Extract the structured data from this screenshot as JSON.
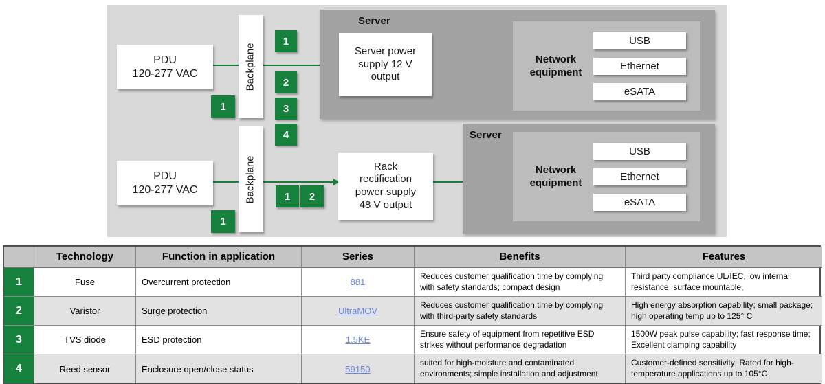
{
  "colors": {
    "green": "#16813c",
    "arrow": "#168038",
    "diagram_bg": "#d9d9d9",
    "server_bg": "#a3a3a3",
    "network_bg": "#bcbcbc",
    "table_header_bg": "#c5c5c5",
    "row_alt_bg": "#e2e2e2",
    "link": "#6d87e0"
  },
  "diagram": {
    "top": {
      "pdu": "PDU\n120-277 VAC",
      "backplane": "Backplane",
      "pre_badge": "1",
      "post_badges": [
        "1",
        "2",
        "3",
        "4"
      ],
      "server_label": "Server",
      "power_supply": "Server power\nsupply 12 V\noutput",
      "network": {
        "label": "Network\nequipment",
        "ports": [
          "USB",
          "Ethernet",
          "eSATA"
        ]
      }
    },
    "bottom": {
      "pdu": "PDU\n120-277 VAC",
      "backplane": "Backplane",
      "pre_badge": "1",
      "post_badges": [
        "1",
        "2"
      ],
      "server_label": "Server",
      "power_supply": "Rack\nrectification\npower supply\n48 V output",
      "network": {
        "label": "Network\nequipment",
        "ports": [
          "USB",
          "Ethernet",
          "eSATA"
        ]
      }
    }
  },
  "table": {
    "headers": [
      "",
      "Technology",
      "Function in application",
      "Series",
      "Benefits",
      "Features"
    ],
    "rows": [
      {
        "num": "1",
        "technology": "Fuse",
        "function": "Overcurrent protection",
        "series": "881",
        "benefits": "Reduces customer qualification time by complying with safety standards; compact design",
        "features": "Third party compliance UL/IEC, low internal resistance, surface mountable,"
      },
      {
        "num": "2",
        "technology": "Varistor",
        "function": "Surge protection",
        "series": "UltraMOV",
        "benefits": "Reduces customer qualification time by complying with third-party safety standards",
        "features": "High energy absorption capability; small package; high operating temp up to 125° C"
      },
      {
        "num": "3",
        "technology": "TVS diode",
        "function": "ESD protection",
        "series": "1.5KE",
        "benefits": "Ensure safety of equipment from repetitive ESD strikes without performance degradation",
        "features": "1500W peak pulse capability; fast response time; Excellent clamping capability"
      },
      {
        "num": "4",
        "technology": "Reed sensor",
        "function": "Enclosure open/close status",
        "series": "59150",
        "benefits": "suited for high-moisture and contaminated environments; simple installation and adjustment",
        "features": "Customer-defined sensitivity; Rated for high-temperature applications up to 105°C"
      }
    ]
  }
}
